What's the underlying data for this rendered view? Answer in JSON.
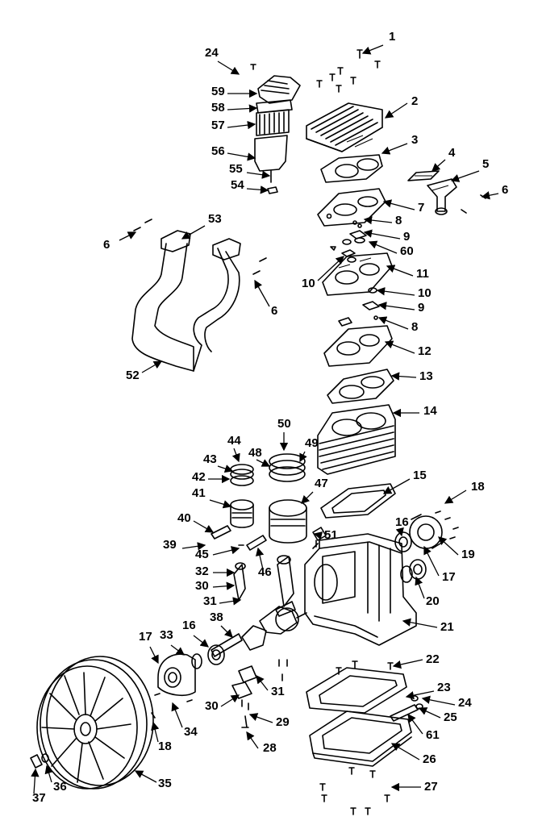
{
  "diagram": {
    "type": "exploded-parts-diagram",
    "callouts": [
      {
        "label": "1"
      },
      {
        "label": "2"
      },
      {
        "label": "3"
      },
      {
        "label": "4"
      },
      {
        "label": "5"
      },
      {
        "label": "6"
      },
      {
        "label": "7"
      },
      {
        "label": "8"
      },
      {
        "label": "9"
      },
      {
        "label": "60"
      },
      {
        "label": "6"
      },
      {
        "label": "10"
      },
      {
        "label": "11"
      },
      {
        "label": "10"
      },
      {
        "label": "9"
      },
      {
        "label": "8"
      },
      {
        "label": "12"
      },
      {
        "label": "13"
      },
      {
        "label": "14"
      },
      {
        "label": "15"
      },
      {
        "label": "18"
      },
      {
        "label": "16"
      },
      {
        "label": "19"
      },
      {
        "label": "17"
      },
      {
        "label": "20"
      },
      {
        "label": "21"
      },
      {
        "label": "22"
      },
      {
        "label": "23"
      },
      {
        "label": "24"
      },
      {
        "label": "25"
      },
      {
        "label": "61"
      },
      {
        "label": "26"
      },
      {
        "label": "27"
      },
      {
        "label": "24"
      },
      {
        "label": "59"
      },
      {
        "label": "58"
      },
      {
        "label": "57"
      },
      {
        "label": "56"
      },
      {
        "label": "55"
      },
      {
        "label": "54"
      },
      {
        "label": "53"
      },
      {
        "label": "6"
      },
      {
        "label": "52"
      },
      {
        "label": "50"
      },
      {
        "label": "44"
      },
      {
        "label": "48"
      },
      {
        "label": "49"
      },
      {
        "label": "43"
      },
      {
        "label": "42"
      },
      {
        "label": "47"
      },
      {
        "label": "41"
      },
      {
        "label": "40"
      },
      {
        "label": "39"
      },
      {
        "label": "51"
      },
      {
        "label": "45"
      },
      {
        "label": "46"
      },
      {
        "label": "32"
      },
      {
        "label": "30"
      },
      {
        "label": "31"
      },
      {
        "label": "38"
      },
      {
        "label": "17"
      },
      {
        "label": "33"
      },
      {
        "label": "16"
      },
      {
        "label": "31"
      },
      {
        "label": "30"
      },
      {
        "label": "29"
      },
      {
        "label": "28"
      },
      {
        "label": "34"
      },
      {
        "label": "18"
      },
      {
        "label": "35"
      },
      {
        "label": "36"
      },
      {
        "label": "37"
      }
    ]
  }
}
